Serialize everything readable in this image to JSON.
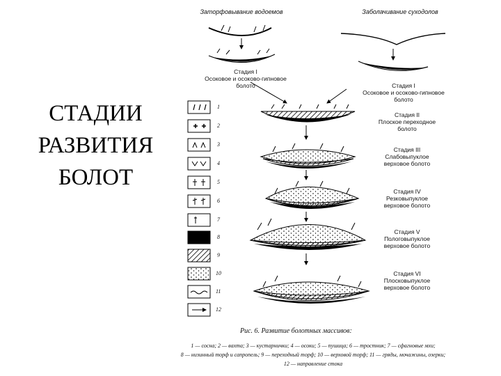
{
  "title": {
    "line1": "СТАДИИ",
    "line2": "РАЗВИТИЯ",
    "line3": "БОЛОТ"
  },
  "columns": {
    "left": "Заторфовывание водоемов",
    "right": "Заболачивание суходолов"
  },
  "stages": [
    {
      "id": "stage-1-left",
      "lines": [
        "Стадия I",
        "Осоковое и осоково-гипновое",
        "болото"
      ]
    },
    {
      "id": "stage-1-right",
      "lines": [
        "Стадия I",
        "Осоковое и осоково-гипновое",
        "болото"
      ]
    },
    {
      "id": "stage-2",
      "lines": [
        "Стадия II",
        "Плоское переходное",
        "болото"
      ]
    },
    {
      "id": "stage-3",
      "lines": [
        "Стадия III",
        "Слабовыпуклое",
        "верховое болото"
      ]
    },
    {
      "id": "stage-4",
      "lines": [
        "Стадия IV",
        "Резковыпуклое",
        "верховое болото"
      ]
    },
    {
      "id": "stage-5",
      "lines": [
        "Стадия V",
        "Пологовыпуклое",
        "верховое болото"
      ]
    },
    {
      "id": "stage-6",
      "lines": [
        "Стадия VI",
        "Плосковыпуклое",
        "верховое болото"
      ]
    }
  ],
  "legend": [
    "1",
    "2",
    "3",
    "4",
    "5",
    "6",
    "7",
    "8",
    "9",
    "10",
    "11",
    "12"
  ],
  "caption": {
    "title": "Рис. 6. Развитие болотных массивов:",
    "line1": "1 — сосна; 2 — вахта; 3 — кустарнички; 4 — осоки; 5 — пушица; 6 — тростник; 7 — сфагновые мхи;",
    "line2": "8 — низинный торф и сапропель; 9 — переходный торф; 10 — верховой торф; 11 — гряды, мочажины, озерки;",
    "line3": "12 — направление стока"
  }
}
